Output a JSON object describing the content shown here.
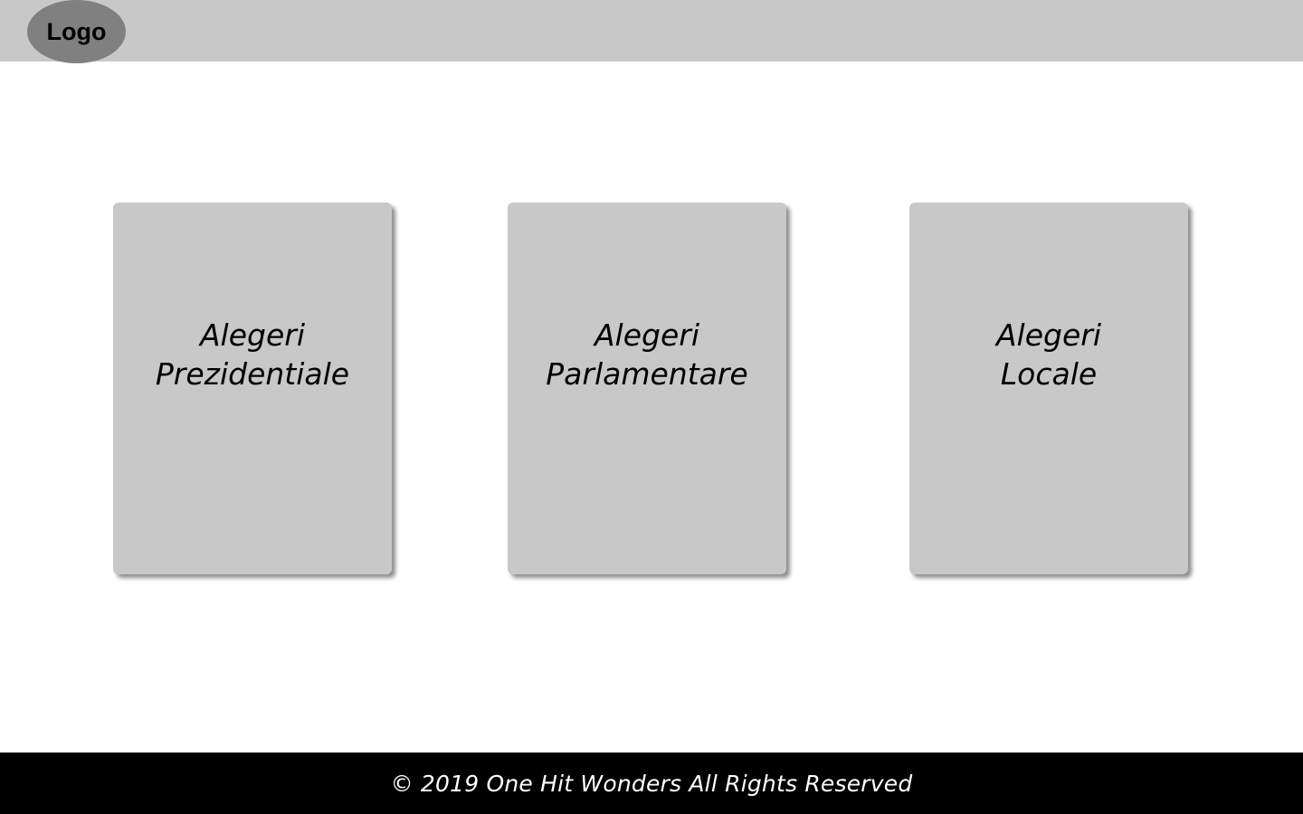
{
  "header": {
    "logo_label": "Logo"
  },
  "cards": [
    {
      "line1": "Alegeri",
      "line2": "Prezidentiale"
    },
    {
      "line1": "Alegeri",
      "line2": "Parlamentare"
    },
    {
      "line1": "Alegeri",
      "line2": "Locale"
    }
  ],
  "footer": {
    "copyright": "© 2019 One Hit Wonders All Rights Reserved"
  },
  "colors": {
    "header_bg": "#c8c8c8",
    "logo_bg": "#808080",
    "card_bg": "#c8c8c8",
    "footer_bg": "#000000",
    "footer_text": "#ffffff"
  }
}
